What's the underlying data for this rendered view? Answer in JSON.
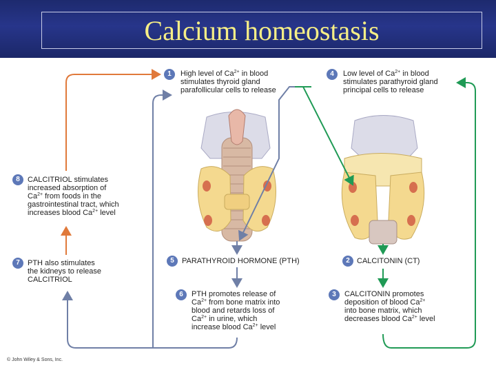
{
  "title": "Calcium homeostasis",
  "steps": [
    {
      "number": "1",
      "lines": [
        [
          "High level of Ca",
          "2+",
          " in blood"
        ],
        [
          "stimulates thyroid gland"
        ],
        [
          "parafollicular cells to release"
        ]
      ]
    },
    {
      "number": "2",
      "lines": [
        [
          "CALCITONIN (CT)"
        ]
      ]
    },
    {
      "number": "3",
      "lines": [
        [
          "CALCITONIN promotes"
        ],
        [
          "deposition of blood Ca",
          "2+"
        ],
        [
          "into bone matrix, which"
        ],
        [
          "decreases blood Ca",
          "2+",
          " level"
        ]
      ]
    },
    {
      "number": "4",
      "lines": [
        [
          "Low level of Ca",
          "2+",
          " in blood"
        ],
        [
          "stimulates parathyroid gland"
        ],
        [
          "principal cells to release"
        ]
      ]
    },
    {
      "number": "5",
      "lines": [
        [
          "PARATHYROID HORMONE (PTH)"
        ]
      ]
    },
    {
      "number": "6",
      "lines": [
        [
          "PTH promotes release of"
        ],
        [
          "Ca",
          "2+",
          " from bone matrix into"
        ],
        [
          "blood and retards loss of"
        ],
        [
          "Ca",
          "2+",
          " in urine, which"
        ],
        [
          "increase blood Ca",
          "2+",
          " level"
        ]
      ]
    },
    {
      "number": "7",
      "lines": [
        [
          "PTH also stimulates"
        ],
        [
          "the kidneys to release"
        ],
        [
          "CALCITRIOL"
        ]
      ]
    },
    {
      "number": "8",
      "lines": [
        [
          "CALCITRIOL stimulates"
        ],
        [
          "increased absorption of"
        ],
        [
          "Ca",
          "2+",
          " from foods in the"
        ],
        [
          "gastrointestinal tract, which"
        ],
        [
          "increases blood Ca",
          "2+",
          " level"
        ]
      ]
    }
  ],
  "credit": "© John Wiley & Sons, Inc.",
  "colors": {
    "header_bg": "#27358a",
    "title": "#f6ee86",
    "badge": "#5d78b8",
    "arrow_orange": "#e0793a",
    "arrow_green": "#1f9a55",
    "arrow_blue": "#6f7fa6",
    "thyroid_front": "#f4d98f",
    "thyroid_back": "#f6e6b0",
    "parathyroid": "#d66f4f"
  }
}
